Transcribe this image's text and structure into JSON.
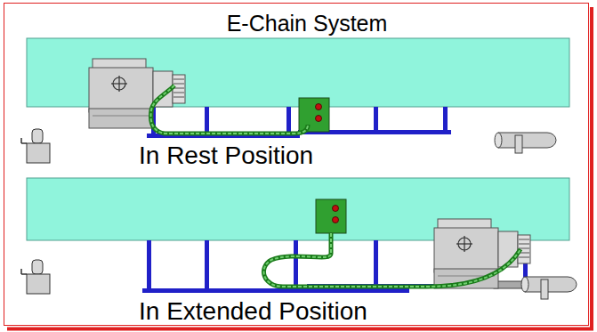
{
  "diagram": {
    "title": "E-Chain System",
    "labels": [
      "In Rest Position",
      "In Extended Position"
    ]
  }
}
